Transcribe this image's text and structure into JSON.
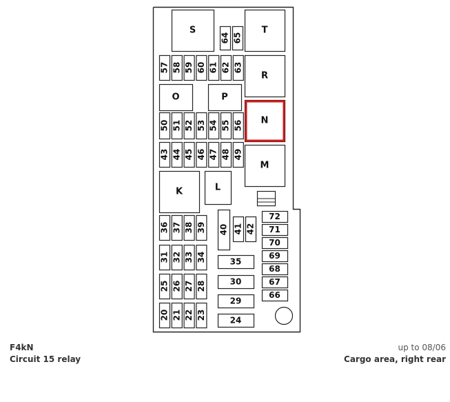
{
  "diagram": {
    "highlight_color": "#d01c1c",
    "relays": [
      "S",
      "T",
      "R",
      "O",
      "P",
      "N",
      "M",
      "K",
      "L"
    ],
    "highlighted_relay": "N",
    "fuses_top_row": [
      "64",
      "65"
    ],
    "fuses_row_57": [
      "57",
      "58",
      "59",
      "60",
      "61",
      "62",
      "63"
    ],
    "fuses_row_50": [
      "50",
      "51",
      "52",
      "53",
      "54",
      "55",
      "56"
    ],
    "fuses_row_43": [
      "43",
      "44",
      "45",
      "46",
      "47",
      "48",
      "49"
    ],
    "fuses_row_36": [
      "36",
      "37",
      "38",
      "39"
    ],
    "fuses_row_31": [
      "31",
      "32",
      "33",
      "34"
    ],
    "fuses_row_25": [
      "25",
      "26",
      "27",
      "28"
    ],
    "fuses_row_20": [
      "20",
      "21",
      "22",
      "23"
    ],
    "fuses_40_42": [
      "40",
      "41",
      "42"
    ],
    "fuses_horizontal": [
      "35",
      "30",
      "29",
      "24"
    ],
    "fuses_right_column": [
      "72",
      "71",
      "70",
      "69",
      "68",
      "67",
      "66"
    ]
  },
  "footer": {
    "code": "F4kN",
    "description": "Circuit 15 relay",
    "validity": "up to 08/06",
    "location": "Cargo area, right rear"
  }
}
